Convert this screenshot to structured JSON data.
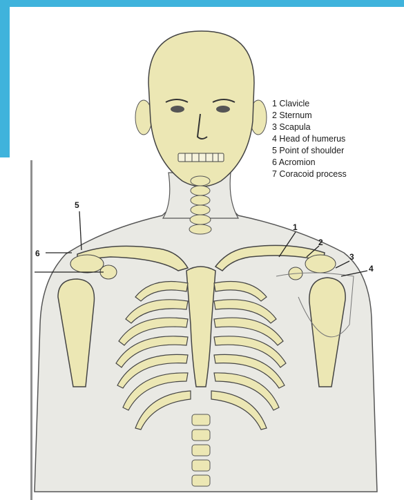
{
  "colors": {
    "frame_accent": "#3fb3dc",
    "frame_line": "#8f8f8f",
    "bone": "#ece7b4",
    "bone_shadow": "#c9c08a",
    "skin": "#e9e9e4",
    "ink": "#2a2a2a"
  },
  "legend": {
    "items": [
      "1 Clavicle",
      "2 Sternum",
      "3 Scapula",
      "4 Head of humerus",
      "5 Point of shoulder",
      "6 Acromion",
      "7 Coracoid process"
    ]
  },
  "callouts": [
    "1",
    "2",
    "3",
    "4",
    "5",
    "6"
  ]
}
